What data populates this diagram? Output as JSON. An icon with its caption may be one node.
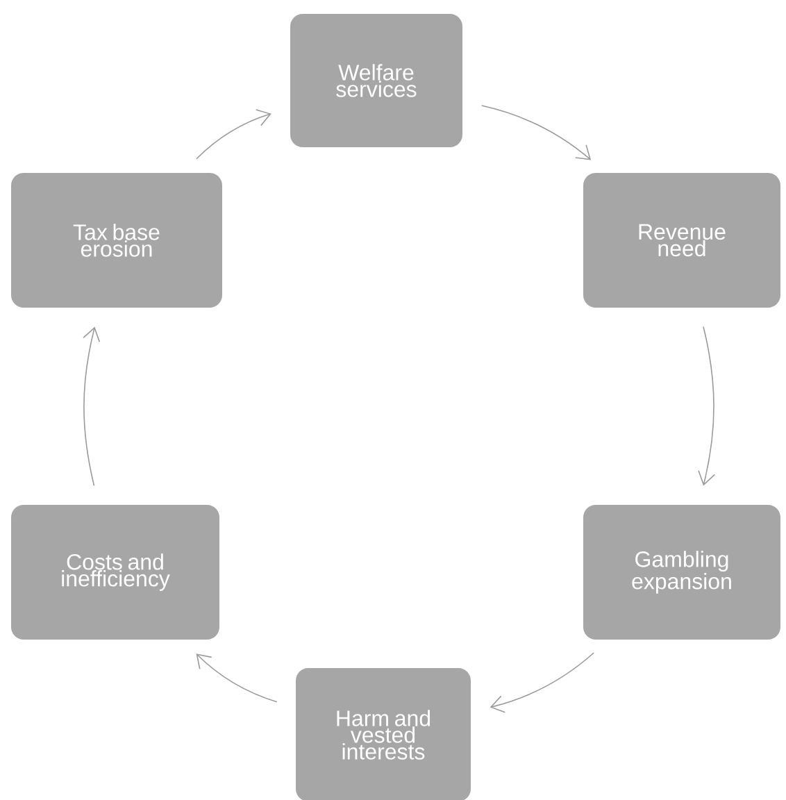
{
  "diagram": {
    "nodes": [
      {
        "text": [
          "Welfare services"
        ]
      },
      {
        "text": [
          "Revenue need"
        ]
      },
      {
        "text": [
          "Gambling expansion"
        ]
      },
      {
        "text": [
          "Harm and vested interests"
        ]
      },
      {
        "text": [
          "Costs and inefficiency"
        ]
      },
      {
        "text": [
          "Tax base erosion"
        ]
      }
    ],
    "edges": [
      {
        "from": 0,
        "to": 1,
        "arrow": "to"
      },
      {
        "from": 1,
        "to": 2,
        "arrow": "to"
      },
      {
        "from": 2,
        "to": 3,
        "arrow": "to"
      },
      {
        "from": 3,
        "to": 4,
        "arrow": "to"
      },
      {
        "from": 4,
        "to": 5,
        "arrow": "to"
      },
      {
        "from": 5,
        "to": 0,
        "arrow": "to"
      }
    ]
  }
}
